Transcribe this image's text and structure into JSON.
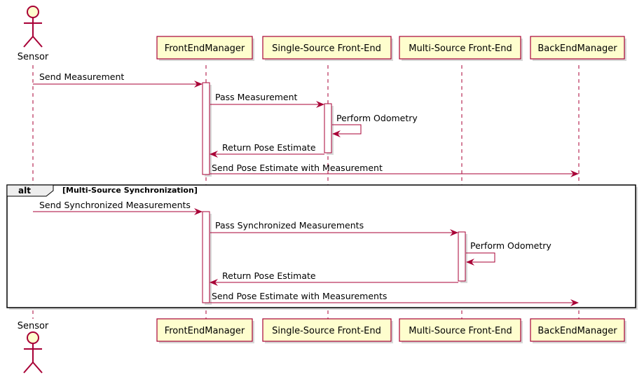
{
  "participants": {
    "sensor": "Sensor",
    "frontend_manager": "FrontEndManager",
    "single_source": "Single-Source Front-End",
    "multi_source": "Multi-Source Front-End",
    "backend_manager": "BackEndManager"
  },
  "messages": {
    "m1": "Send Measurement",
    "m2": "Pass Measurement",
    "m3": "Perform Odometry",
    "m4": "Return Pose Estimate",
    "m5": "Send Pose Estimate with Measurement",
    "m6": "Send Synchronized Measurements",
    "m7": "Pass Synchronized Measurements",
    "m8": "Perform Odometry",
    "m9": "Return Pose Estimate",
    "m10": "Send Pose Estimate with Measurements"
  },
  "fragment": {
    "keyword": "alt",
    "guard": "[Multi-Source Synchronization]"
  },
  "colors": {
    "arrow": "#a80036",
    "participant_fill": "#fefece",
    "shadow": "#d8d8d8",
    "activation_fill": "#ffffff"
  }
}
